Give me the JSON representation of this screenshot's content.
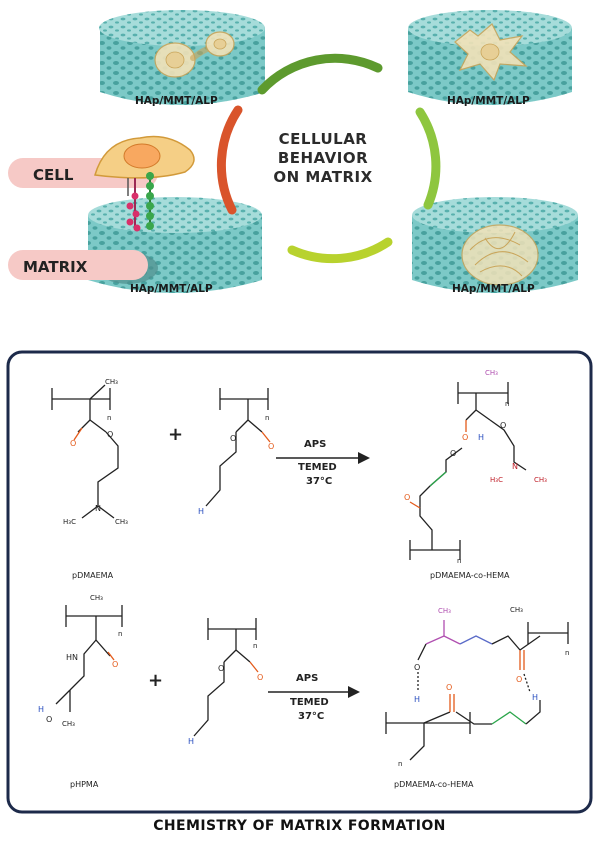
{
  "top_panel": {
    "cylinders": [
      {
        "label": "HAp/MMT/ALP"
      },
      {
        "label": "HAp/MMT/ALP"
      },
      {
        "label": "HAp/MMT/ALP"
      },
      {
        "label": "HAp/MMT/ALP"
      }
    ],
    "center_title": {
      "line1": "CELLULAR",
      "line2": "BEHAVIOR",
      "line3": "ON MATRIX"
    },
    "tags": {
      "cell": "CELL",
      "matrix": "MATRIX"
    }
  },
  "bottom_panel": {
    "caption": "CHEMISTRY OF MATRIX FORMATION",
    "reaction1": {
      "reactant1_name": "pDMAEMA",
      "product_name": "pDMAEMA-co-HEMA",
      "conditions": [
        "APS",
        "TEMED",
        "37°C"
      ],
      "plus": "+"
    },
    "reaction2": {
      "reactant1_name": "pHPMA",
      "product_name": "pDMAEMA-co-HEMA",
      "conditions": [
        "APS",
        "TEMED",
        "37°C"
      ],
      "plus": "+"
    },
    "atoms": {
      "CH3": "CH₃",
      "H3C": "H₃C",
      "N": "N",
      "n": "n",
      "O": "O",
      "H": "H",
      "HN": "HN"
    }
  },
  "colors": {
    "scaffold": "#7cc9c7",
    "scaffold_dark": "#4ea6a3",
    "pore": "#3a8f8c",
    "orange_arc": "#d9542b",
    "green_dark": "#5d9a2e",
    "green_light": "#9cc83e",
    "tag_bg": "#f6c9c6",
    "frame": "#1d2a4a",
    "oxygen": "#e35a1a",
    "hydrogen": "#2a4fbf",
    "nitrogen": "#c0202a",
    "green_bond": "#2aa54a",
    "purple": "#b04fb0"
  }
}
